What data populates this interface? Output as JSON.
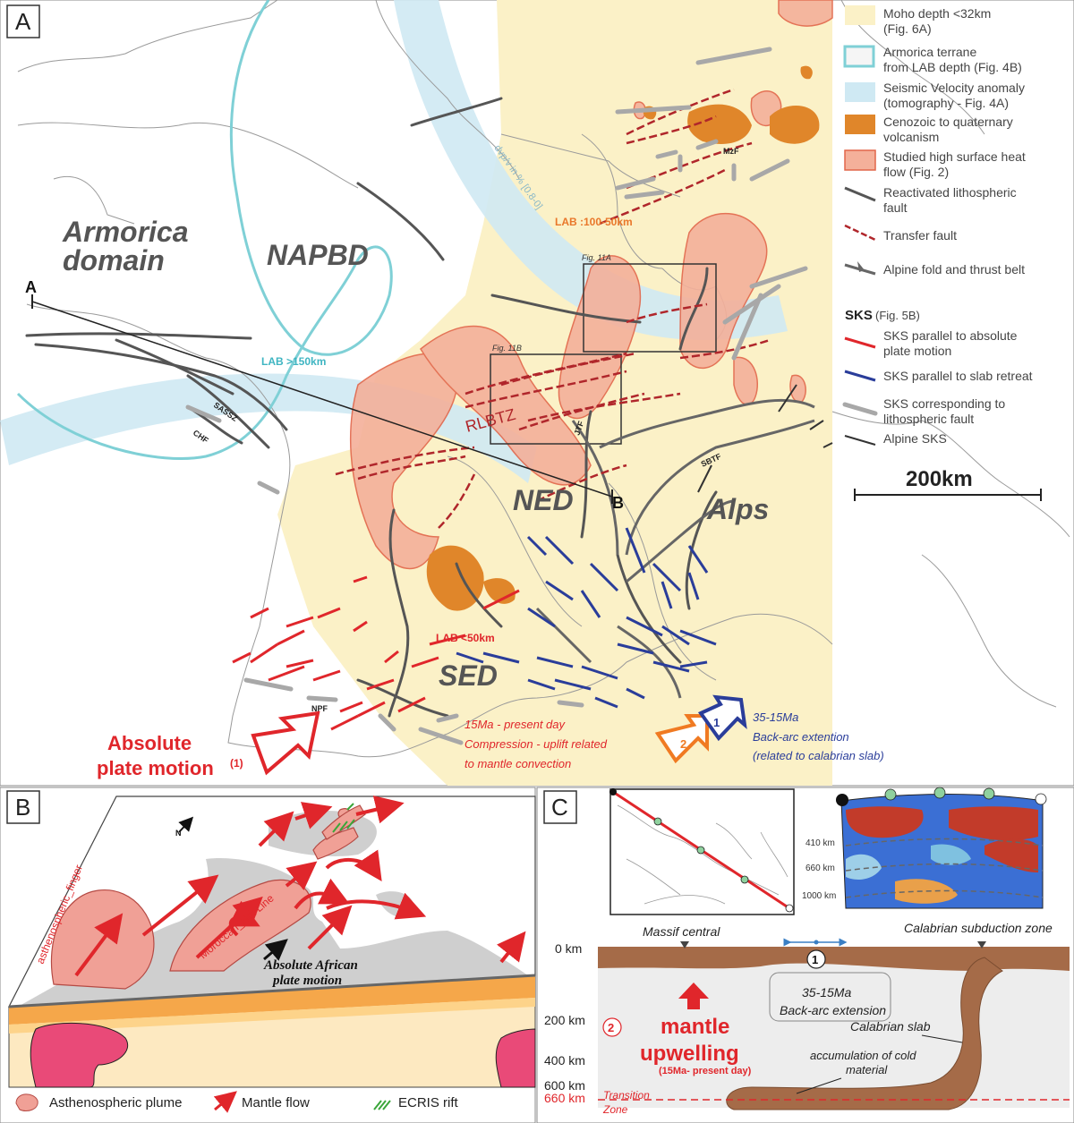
{
  "panels": {
    "a": "A",
    "b": "B",
    "c": "C"
  },
  "legend": {
    "moho": [
      "Moho depth <32km",
      "(Fig. 6A)"
    ],
    "armorica": [
      "Armorica terrane",
      "from LAB depth (Fig. 4B)"
    ],
    "seismic": [
      "Seismic Velocity anomaly",
      "(tomography - Fig. 4A)"
    ],
    "volcanism": [
      "Cenozoic to quaternary",
      "volcanism"
    ],
    "heat": [
      "Studied high surface heat",
      "flow (Fig. 2)"
    ],
    "litho": [
      "Reactivated lithospheric",
      "fault"
    ],
    "transfer": "Transfer fault",
    "alpine_fold": "Alpine fold and thrust belt",
    "sks_head": "SKS",
    "sks_head_ref": "(Fig. 5B)",
    "sks_abs": [
      "SKS parallel to absolute",
      "plate motion"
    ],
    "sks_slab": "SKS parallel to slab retreat",
    "sks_litho": [
      "SKS corresponding to",
      "lithospheric fault"
    ],
    "sks_alpine": "Alpine SKS",
    "scale": "200km"
  },
  "colors": {
    "moho": "#fbf1c7",
    "armorica": "#7fd0d6",
    "seismic": "#cfe9f3",
    "volcanism": "#e0862a",
    "heat": "#f4b09a",
    "heat_edge": "#e2664a",
    "litho": "#555555",
    "transfer": "#b0262b",
    "red_sks": "#e0262b",
    "blue_sks": "#2a3d9a",
    "grey_sks": "#a8a8a8",
    "orange": "#f07a22"
  },
  "map_a": {
    "domains": {
      "armorica": [
        "Armorica",
        "domain"
      ],
      "napbd": "NAPBD",
      "ned": "NED",
      "sed": "SED",
      "alps": "Alps"
    },
    "labels": {
      "lab_150": "LAB >150km",
      "lab_100_50": "LAB :100-50km",
      "lab_50": "LAB <50km",
      "rlbtz": "RLBTZ",
      "dvp": "dvp/v in % [0.8-0]",
      "fig11a": "Fig. 11A",
      "fig11b": "Fig. 11B",
      "mzf": "MzF",
      "jtf": "JTF",
      "sbtf": "SBTF",
      "sassz": "SASSZ",
      "chf": "CHF",
      "npf": "NPF",
      "sec_a": "A",
      "sec_b": "B"
    },
    "annotations": {
      "abs_motion": "Absolute",
      "abs_motion2": "plate motion",
      "abs_ref": "(1)",
      "phase2": [
        "15Ma - present day",
        "Compression - uplift related",
        "to mantle convection"
      ],
      "phase1": [
        "35-15Ma",
        "Back-arc extention",
        "(related to calabrian slab)"
      ],
      "num1": "1",
      "num2": "2"
    }
  },
  "panel_b": {
    "labels": {
      "finger": "asthenospheric_finger",
      "hotline": "Moroccan_Hot Line",
      "african": [
        "Absolute African",
        "plate motion"
      ],
      "north": "N"
    },
    "legend": {
      "plume": "Asthenospheric plume",
      "flow": "Mantle flow",
      "ecris": "ECRIS rift"
    }
  },
  "panel_c": {
    "tomo_depths": [
      "410 km",
      "660 km",
      "1000 km"
    ],
    "depths": [
      "0 km",
      "200 km",
      "400 km",
      "600 km",
      "660 km"
    ],
    "labels": {
      "massif": "Massif central",
      "calabrian_zone": "Calabrian subduction zone",
      "backarc": [
        "35-15Ma",
        "Back-arc extension"
      ],
      "slab": "Calabrian slab",
      "mantle": "mantle",
      "upwelling": "upwelling",
      "upwelling_time": "(15Ma- present day)",
      "accum": [
        "accumulation of cold",
        "material"
      ],
      "transition": [
        "Transition",
        "Zone"
      ],
      "num1": "1",
      "num2": "2"
    }
  }
}
